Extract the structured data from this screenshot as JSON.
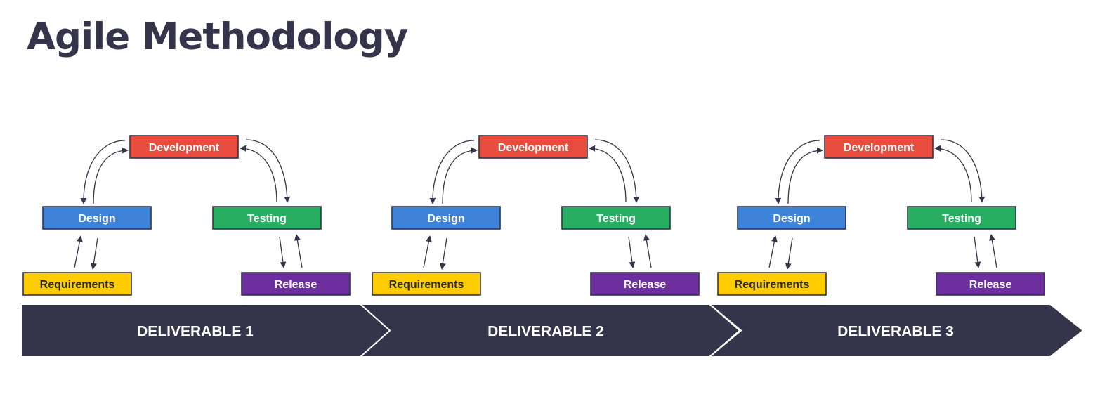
{
  "title": "Agile Methodology",
  "colors": {
    "development": "#e84c3d",
    "design": "#3f83d9",
    "testing": "#27ae60",
    "requirements": "#ffcc00",
    "release": "#6d2f9e",
    "band": "#34344a",
    "outline": "#34344a"
  },
  "cycles": [
    {
      "deliverable": "DELIVERABLE 1",
      "development": "Development",
      "design": "Design",
      "testing": "Testing",
      "requirements": "Requirements",
      "release": "Release"
    },
    {
      "deliverable": "DELIVERABLE 2",
      "development": "Development",
      "design": "Design",
      "testing": "Testing",
      "requirements": "Requirements",
      "release": "Release"
    },
    {
      "deliverable": "DELIVERABLE 3",
      "development": "Development",
      "design": "Design",
      "testing": "Testing",
      "requirements": "Requirements",
      "release": "Release"
    }
  ]
}
